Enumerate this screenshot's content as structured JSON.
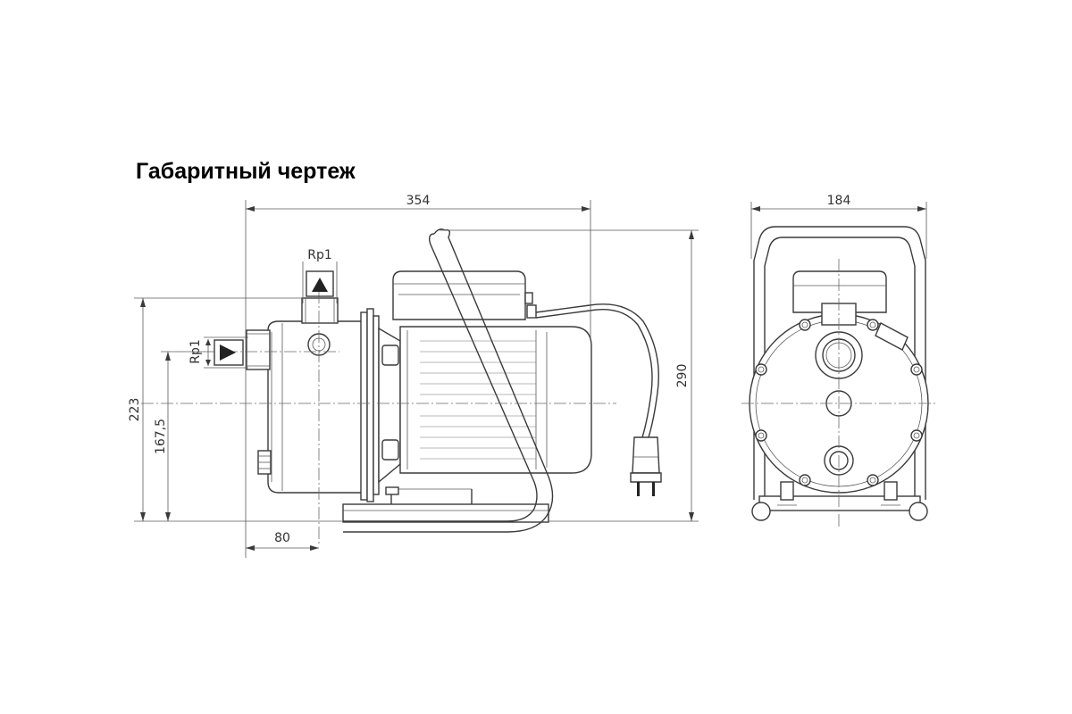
{
  "title": "Габаритный чертеж",
  "dimensions": {
    "overall_length": "354",
    "overall_height": "290",
    "height_outlet": "223",
    "height_inlet": "167,5",
    "inlet_offset": "80",
    "front_width": "184"
  },
  "connections": {
    "outlet": "Rp1",
    "inlet": "Rp1"
  }
}
